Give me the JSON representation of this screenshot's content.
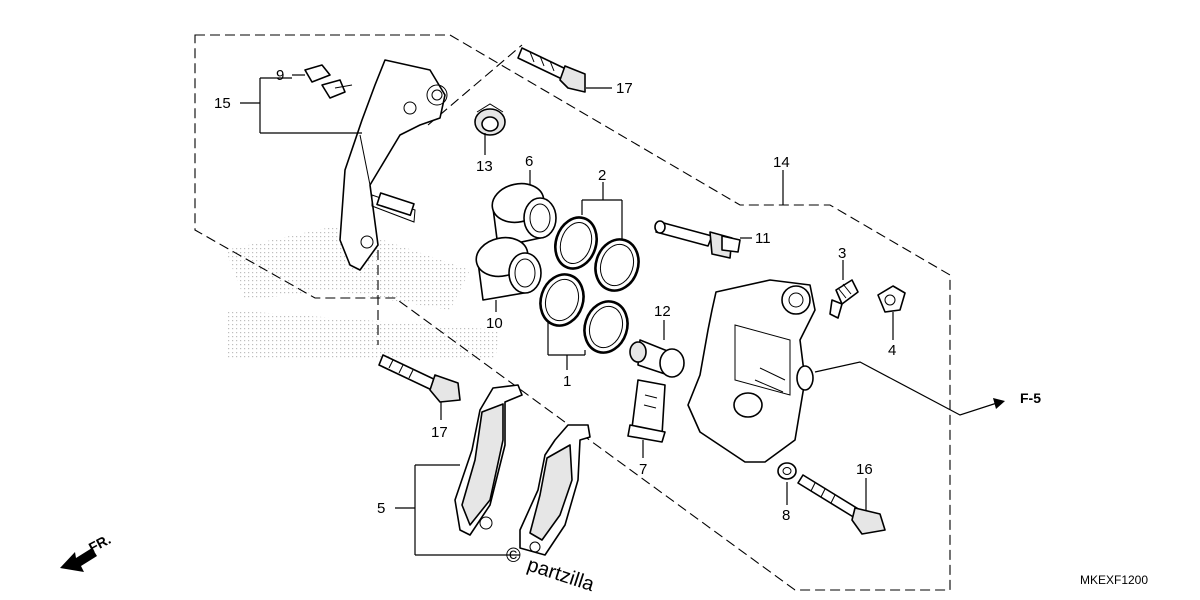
{
  "diagram": {
    "callouts": {
      "p1": "1",
      "p2": "2",
      "p3": "3",
      "p4": "4",
      "p5": "5",
      "p6": "6",
      "p7": "7",
      "p8": "8",
      "p9": "9",
      "p10": "10",
      "p11": "11",
      "p12": "12",
      "p13": "13",
      "p14": "14",
      "p15": "15",
      "p16": "16",
      "p17a": "17",
      "p17b": "17"
    },
    "ref_label": "F-5",
    "front_label": "FR.",
    "diagram_code": "MKEXF1200",
    "watermark": "partzilla",
    "copyright_symbol": "©"
  }
}
